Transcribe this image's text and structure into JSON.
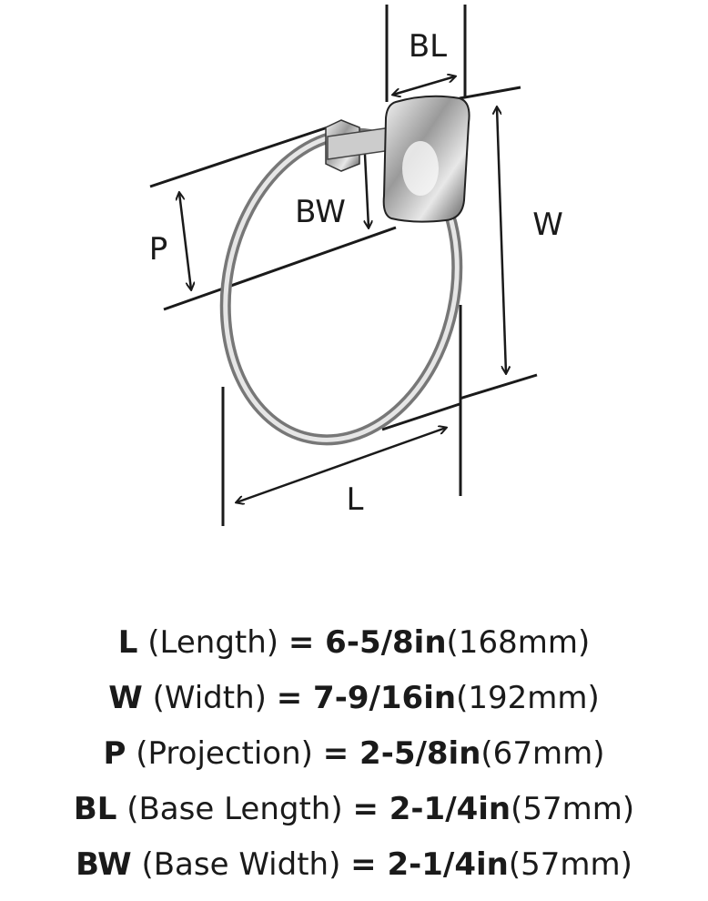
{
  "diagram": {
    "labels": {
      "bl": "BL",
      "bw": "BW",
      "w": "W",
      "p": "P",
      "l": "L"
    }
  },
  "specs": [
    {
      "key": "L",
      "name": " (Length) ",
      "imperial": "= 6-5/8in",
      "metric": "(168mm)"
    },
    {
      "key": "W",
      "name": " (Width) ",
      "imperial": "= 7-9/16in",
      "metric": "(192mm)"
    },
    {
      "key": "P",
      "name": " (Projection) ",
      "imperial": "= 2-5/8in",
      "metric": "(67mm)"
    },
    {
      "key": "BL",
      "name": " (Base Length) ",
      "imperial": "= 2-1/4in",
      "metric": "(57mm)"
    },
    {
      "key": "BW",
      "name": " (Base Width) ",
      "imperial": "= 2-1/4in",
      "metric": "(57mm)"
    }
  ]
}
